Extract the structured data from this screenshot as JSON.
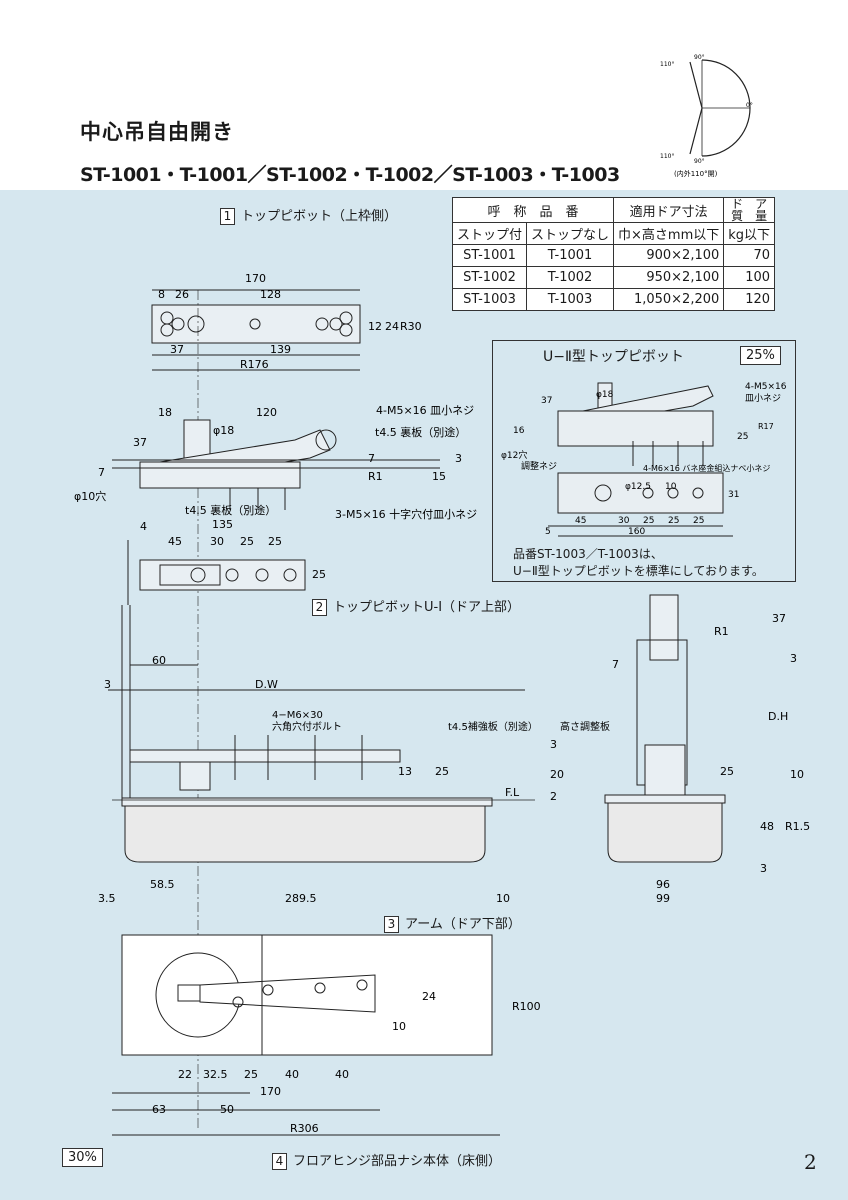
{
  "page": {
    "title": "中心吊自由開き",
    "subtitle": "ST-1001・T-1001／ST-1002・T-1002／ST-1003・T-1003",
    "page_number": "2"
  },
  "swing_diagram": {
    "angle_top": "90°",
    "angle_top_left": "110°",
    "angle_right": "0°",
    "angle_bottom": "90°",
    "angle_bottom_left": "110°",
    "caption": "(内外110°開)"
  },
  "spec_table": {
    "headers": [
      "呼　称　品　番",
      "適用ドア寸法",
      "ド　ア"
    ],
    "header2": [
      "質　量"
    ],
    "subheaders": [
      "ストップ付",
      "ストップなし",
      "巾×高さmm以下",
      "kg以下"
    ],
    "rows": [
      [
        "ST-1001",
        "T-1001",
        "900×2,100",
        "70"
      ],
      [
        "ST-1002",
        "T-1002",
        "950×2,100",
        "100"
      ],
      [
        "ST-1003",
        "T-1003",
        "1,050×2,200",
        "120"
      ]
    ]
  },
  "sections": {
    "s1": {
      "num": "1",
      "label": "トップピボット（上枠側）"
    },
    "s2": {
      "num": "2",
      "label": "トップピボットU-Ⅰ（ドア上部）"
    },
    "s3": {
      "num": "3",
      "label": "アーム（ドア下部）"
    },
    "s4": {
      "num": "4",
      "label": "フロアヒンジ部品ナシ本体（床側）"
    }
  },
  "scale_main": "30%",
  "inset": {
    "title": "U−Ⅱ型トップピボット",
    "scale": "25%",
    "note_line1": "品番ST-1003／T-1003は、",
    "note_line2": "U−Ⅱ型トップピボットを標準にしております。",
    "labels": {
      "screws": "4-M5×16",
      "screws_type": "皿小ネジ",
      "phi18": "φ18",
      "phi12": "φ12穴",
      "adjust": "調整ネジ",
      "m6": "4-M6×16 バネ座金組込ナベ小ネジ",
      "phi125": "φ12.5",
      "r17": "R17",
      "d37": "37",
      "d16": "16",
      "d25": "25",
      "d31": "31",
      "d10": "10",
      "d45": "45",
      "d30": "30",
      "d25a": "25",
      "d25b": "25",
      "d25c": "25",
      "d160": "160",
      "d5": "5"
    }
  },
  "top_view": {
    "d170": "170",
    "d8": "8",
    "d26": "26",
    "d128": "128",
    "d12": "12",
    "d24": "24",
    "r30": "R30",
    "d37": "37",
    "d139": "139",
    "r176": "R176"
  },
  "side_view": {
    "d18": "18",
    "d120": "120",
    "phi18": "φ18",
    "d37": "37",
    "d7": "7",
    "phi10": "φ10穴",
    "screws_top": "4-M5×16 皿小ネジ",
    "plate_top": "t4.5 裏板（別途）",
    "plate_bottom": "t4.5 裏板（別途）",
    "screws_bottom": "3-M5×16 十字穴付皿小ネジ",
    "d3": "3",
    "d15": "15",
    "r1": "R1",
    "d7b": "7",
    "d4": "4",
    "d135": "135",
    "d45": "45",
    "d30": "30",
    "d25a": "25",
    "d25b": "25",
    "d25c": "25"
  },
  "body_view": {
    "d60": "60",
    "d3": "3",
    "dw": "D.W",
    "bolts": "4−M6×30",
    "bolts_type": "六角穴付ボルト",
    "plate": "t4.5補強板（別途）",
    "d13": "13",
    "d25": "25",
    "fl": "F.L",
    "d585": "58.5",
    "d35": "3.5",
    "d2895": "289.5",
    "d10": "10"
  },
  "right_view": {
    "d37": "37",
    "r1": "R1",
    "d7": "7",
    "d3": "3",
    "dh": "D.H",
    "adjust_plate": "高さ調整板",
    "d3b": "3",
    "d20": "20",
    "d2": "2",
    "d25": "25",
    "d10": "10",
    "d48": "48",
    "r15": "R1.5",
    "d3c": "3",
    "d96": "96",
    "d99": "99"
  },
  "arm_view": {
    "d24": "24",
    "d10": "10",
    "r100": "R100",
    "d22": "22",
    "d325": "32.5",
    "d25": "25",
    "d40a": "40",
    "d40b": "40",
    "d170": "170",
    "d63": "63",
    "d50": "50",
    "r306": "R306"
  }
}
